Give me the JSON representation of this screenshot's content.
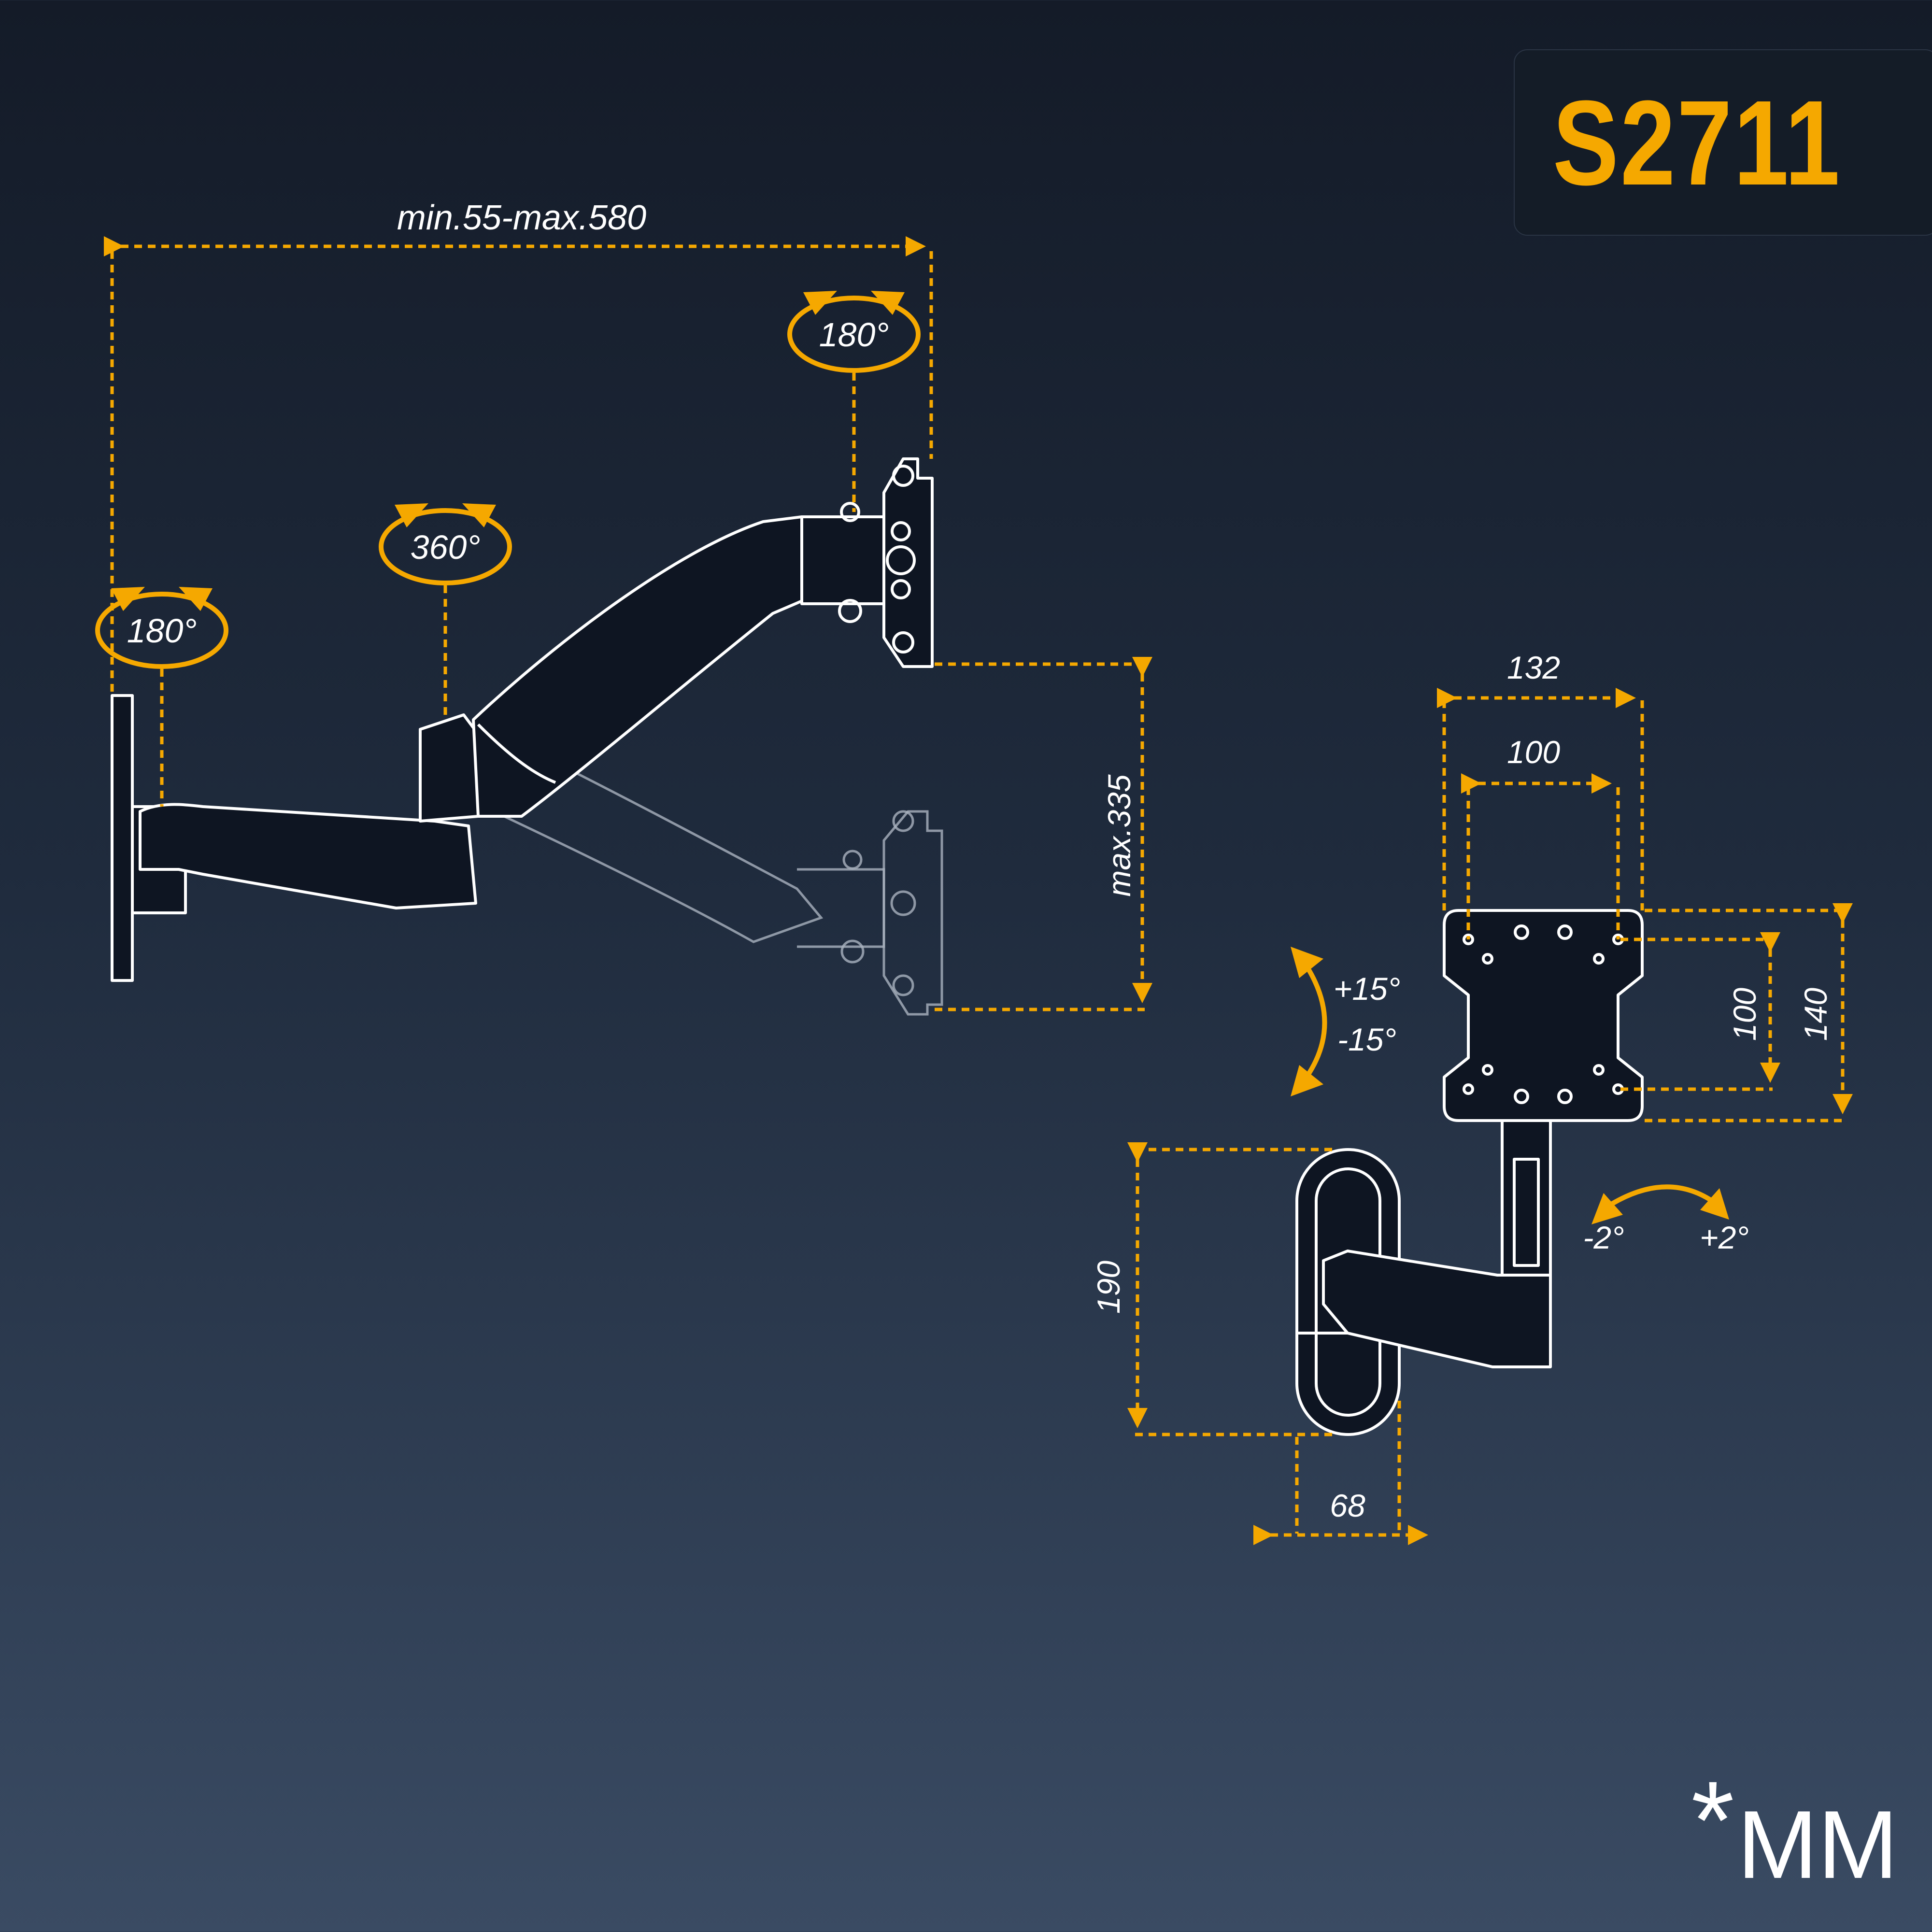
{
  "model": "S2711",
  "unit_symbol": "*",
  "unit": "MM",
  "accent_color": "#f5a800",
  "dimensions": {
    "reach": "min.55-max.580",
    "height_travel": "max.335",
    "vesa_outer_width": "132",
    "vesa_inner_width": "100",
    "vesa_inner_height": "100",
    "vesa_outer_height": "140",
    "base_height": "190",
    "base_width": "68"
  },
  "rotations": {
    "wall_swivel": "180°",
    "arm_swivel": "360°",
    "head_swivel": "180°",
    "tilt_up": "+15°",
    "tilt_down": "-15°",
    "roll_left": "-2°",
    "roll_right": "+2°"
  }
}
